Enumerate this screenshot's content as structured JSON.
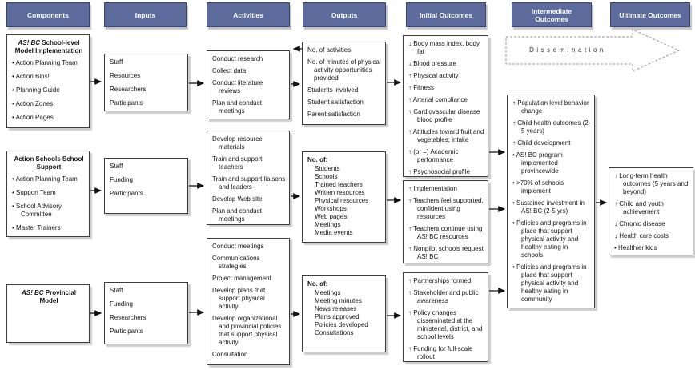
{
  "headers": [
    "Components",
    "Inputs",
    "Activities",
    "Outputs",
    "Initial Outcomes",
    "Intermediate Outcomes",
    "Ultimate Outcomes"
  ],
  "dissemination_label": "Dissemination",
  "colors": {
    "header_bg": "#5c6a9c",
    "header_text": "#ffffff",
    "box_border": "#3d3d3d",
    "shadow": "#cccccc"
  },
  "components": {
    "box1": {
      "title_em": "AS! BC",
      "title_rest": " School-level Model Implementation",
      "items": [
        "• Action Planning Team",
        "• Action Bins!",
        "• Planning Guide",
        "• Action Zones",
        "• Action Pages"
      ]
    },
    "box2": {
      "title": "Action Schools School Support",
      "items": [
        "• Action Planning Team",
        "• Support Team",
        "• School Advisory Committee",
        "• Master Trainers"
      ]
    },
    "box3": {
      "title_em": "AS! BC",
      "title_rest": " Provincial Model"
    }
  },
  "inputs": {
    "box1": [
      "Staff",
      "Resources",
      "Researchers",
      "Participants"
    ],
    "box2": [
      "Staff",
      "Funding",
      "Participants"
    ],
    "box3": [
      "Staff",
      "Funding",
      "Researchers",
      "Participants"
    ]
  },
  "activities": {
    "box1": [
      "Conduct research",
      "Collect data",
      "Conduct literature reviews",
      "Plan and conduct meetings"
    ],
    "box2": [
      "Develop resource materials",
      "Train and support teachers",
      "Train and support liaisons and leaders",
      "Develop Web site",
      "Plan and conduct meetings"
    ],
    "box3": [
      "Conduct meetings",
      "Communications strategies",
      "Project management",
      "Develop plans that support physical activity",
      "Develop organizational and provincial policies that support physical activity",
      "Consultation"
    ]
  },
  "outputs": {
    "box1": [
      "No. of activities",
      "No. of minutes of physical activity opportunities provided",
      "Students involved",
      "Student satisfaction",
      "Parent satisfaction"
    ],
    "box2": {
      "title": "No. of:",
      "items": [
        "Students",
        "Schools",
        "Trained teachers",
        "Written resources",
        "Physical resources",
        "Workshops",
        "Web pages",
        "Meetings",
        "Media events"
      ]
    },
    "box3": {
      "title": "No. of:",
      "items": [
        "Meetings",
        "Meeting minutes",
        "News releases",
        "Plans approved",
        "Policies developed",
        "Consultations"
      ]
    }
  },
  "initial_outcomes": {
    "box1": [
      "↓ Body mass index, body fat",
      "↓ Blood pressure",
      "↑ Physical activity",
      "↑ Fitness",
      "↑ Arterial compliance",
      "↑ Cardiovascular disease blood profile",
      "↑ Attitudes toward fruit and vegetables; intake",
      "↑ (or =) Academic performance",
      "↑ Psychosocial profile"
    ],
    "box2": [
      "↑ Implementation",
      "↑ Teachers feel supported, confident using resources",
      "↑ Teachers continue using AS! BC resources",
      "↑ Nonpilot schools request AS! BC"
    ],
    "box3": [
      "↑ Partnerships formed",
      "↑ Stakeholder and public awareness",
      "↑ Policy changes disseminated at the ministerial, district, and school levels",
      "↑ Funding for full-scale rollout"
    ]
  },
  "intermediate_outcomes": [
    "↑ Population level behavior change",
    "↑ Child health outcomes (2-5 years)",
    "↑ Child development",
    "• AS! BC program implemented provincewide",
    "• >70% of schools implement",
    "• Sustained investment in AS! BC (2-5 yrs)",
    "• Policies and programs in place that support physical activity and healthy eating in schools",
    "• Policies and programs in place that support physical activity and healthy eating in community"
  ],
  "ultimate_outcomes": [
    "↑ Long-term health outcomes (5 years and beyond)",
    "↑ Child and youth achievement",
    "↓ Chronic disease",
    "↓ Health care costs",
    "• Healthier kids"
  ]
}
